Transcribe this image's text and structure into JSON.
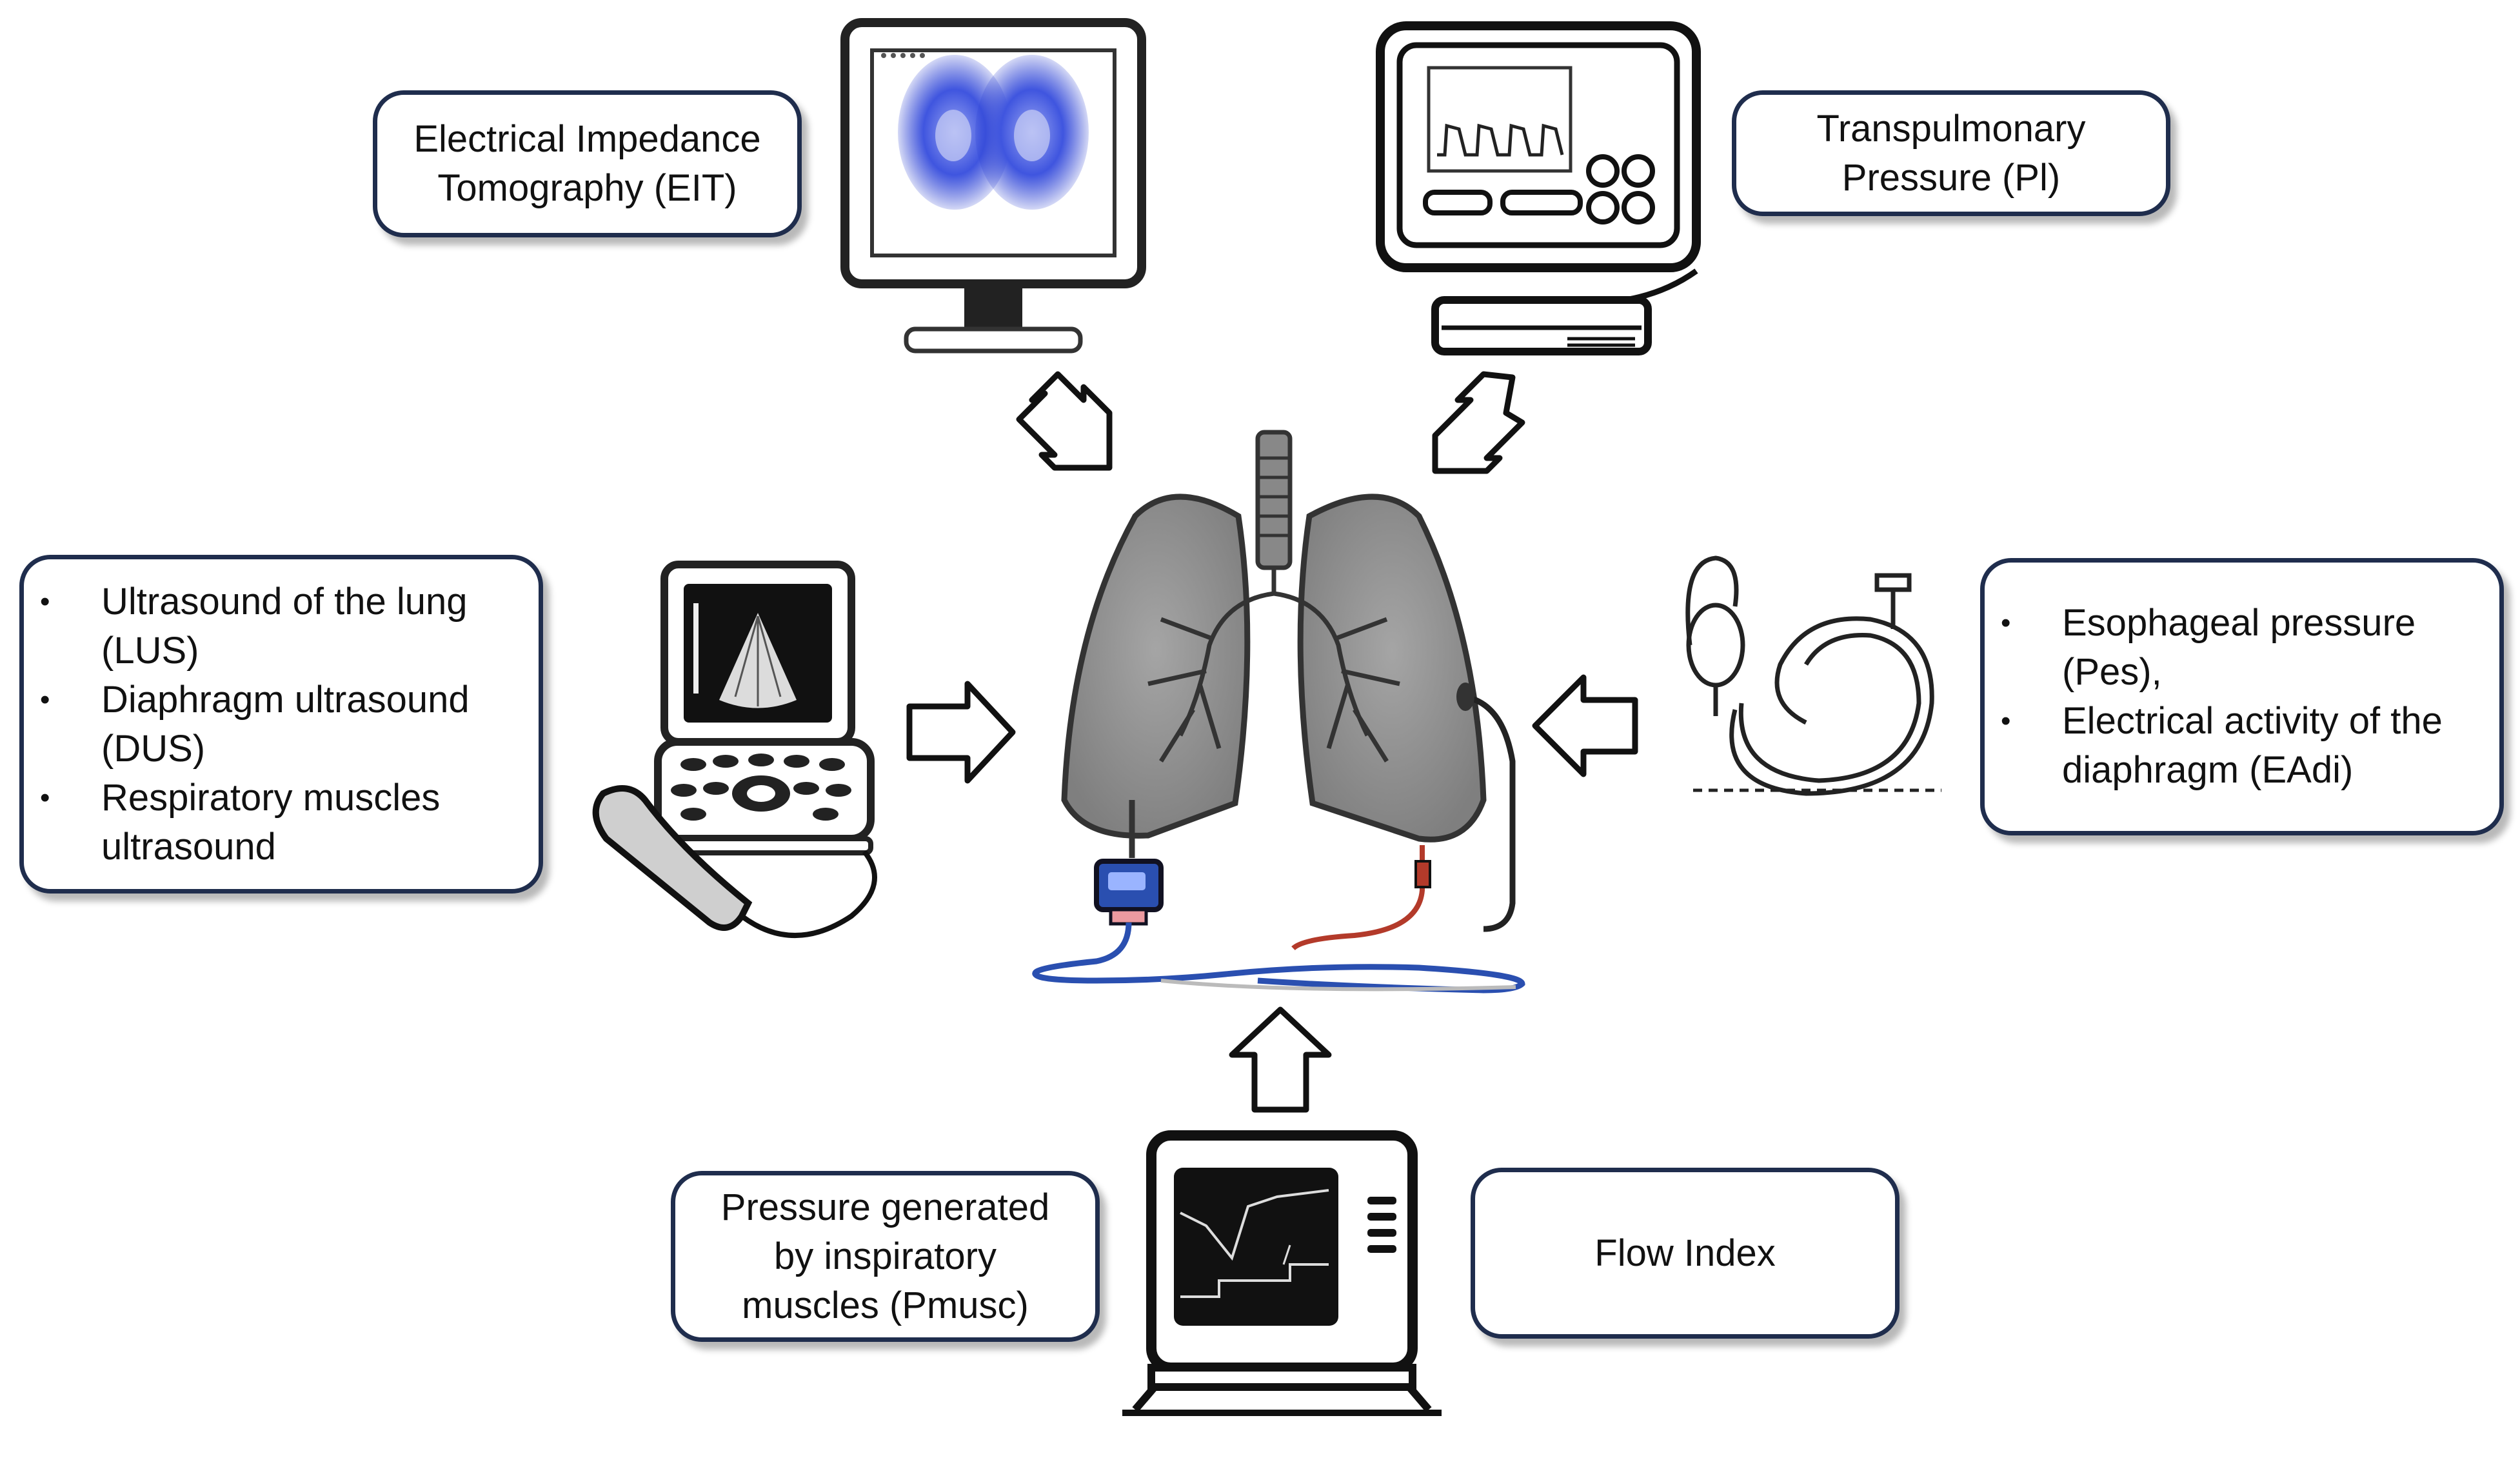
{
  "boxes": {
    "eit": {
      "lines": [
        "Electrical Impedance",
        "Tomography (EIT)"
      ]
    },
    "transpulmonary": {
      "lines": [
        "Transpulmonary",
        "Pressure (Pl)"
      ]
    },
    "ultrasound": {
      "items": [
        "Ultrasound of the lung (LUS)",
        "Diaphragm ultrasound (DUS)",
        "Respiratory muscles ultrasound"
      ]
    },
    "esophageal": {
      "items": [
        "Esophageal pressure (Pes),",
        "Electrical activity of the diaphragm (EAdi)"
      ]
    },
    "pmusc": {
      "lines": [
        "Pressure generated",
        "by inspiratory",
        "muscles (Pmusc)"
      ]
    },
    "flow_index": {
      "lines": [
        "Flow Index"
      ]
    }
  },
  "icons": [
    "eit-monitor-icon",
    "ventilator-monitor-icon",
    "ultrasound-machine-icon",
    "esophageal-catheter-icon",
    "ventilator-screen-icon",
    "lungs-icon"
  ],
  "colors": {
    "border": "#1f2d4d",
    "eit_blob": "#3346d8",
    "lung_gray": "#8e8e8e",
    "probe_blue": "#2a4fb0",
    "tube_red": "#b33a2a"
  }
}
